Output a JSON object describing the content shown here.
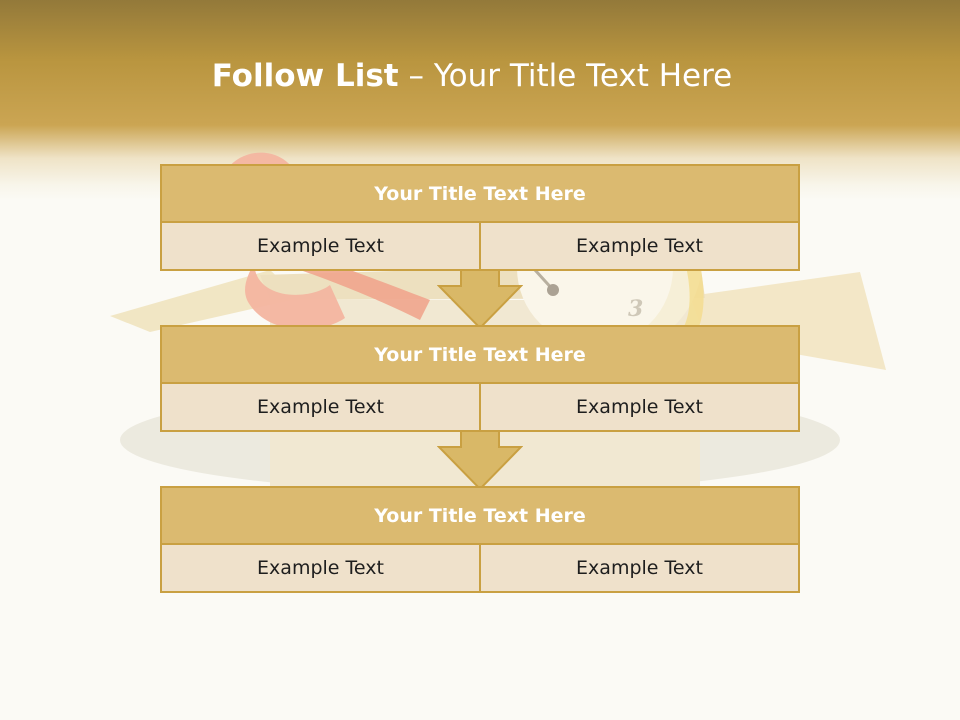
{
  "slide": {
    "title_bold": "Follow List",
    "title_rest": "– Your Title Text Here"
  },
  "rows": [
    {
      "title": "Your Title Text Here",
      "left": "Example Text",
      "right": "Example Text"
    },
    {
      "title": "Your Title Text Here",
      "left": "Example Text",
      "right": "Example Text"
    },
    {
      "title": "Your Title Text Here",
      "left": "Example Text",
      "right": "Example Text"
    }
  ],
  "background_art": {
    "clock_numeral": "3"
  },
  "colors": {
    "header_gold": "#b9953f",
    "box_border": "#c9a042",
    "box_title_fill": "#dbba70",
    "box_cell_fill": "#efe1cb",
    "arrow_fill": "#d9b867"
  }
}
